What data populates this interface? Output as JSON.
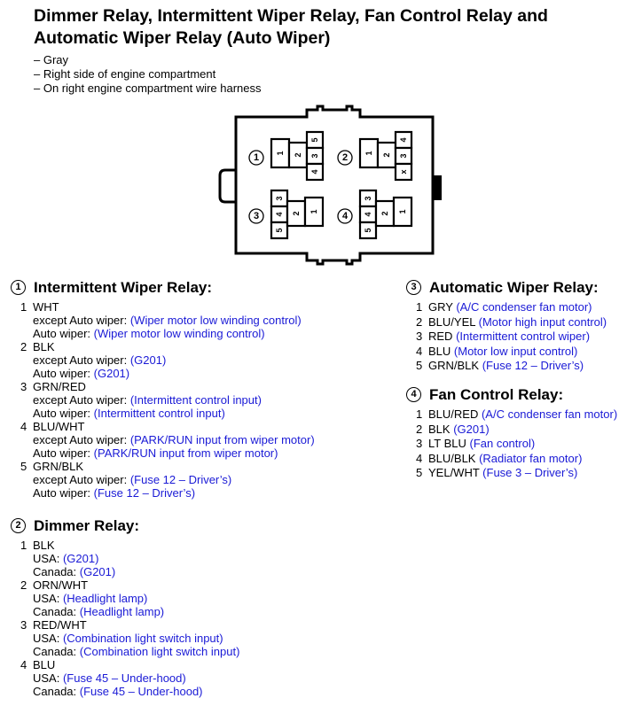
{
  "title": "Dimmer Relay, Intermittent Wiper Relay, Fan Control Relay and Automatic Wiper Relay (Auto Wiper)",
  "bullets": [
    "– Gray",
    "– Right side of engine compartment",
    "– On right engine compartment wire harness"
  ],
  "diagram": {
    "relays": [
      {
        "num": "1",
        "pins": [
          "1",
          "2",
          "3",
          "4",
          "5"
        ]
      },
      {
        "num": "2",
        "pins": [
          "1",
          "2",
          "3",
          "x",
          "4"
        ]
      },
      {
        "num": "3",
        "pins": [
          "1",
          "2",
          "3",
          "4",
          "5"
        ]
      },
      {
        "num": "4",
        "pins": [
          "1",
          "2",
          "3",
          "4",
          "5"
        ]
      }
    ]
  },
  "sections": {
    "intermittent": {
      "num": "1",
      "title": "Intermittent Wiper Relay:",
      "pins": [
        {
          "num": "1",
          "color": "WHT",
          "lines": [
            {
              "label": "except Auto wiper: ",
              "value": "(Wiper motor low winding control)"
            },
            {
              "label": "Auto wiper: ",
              "value": "(Wiper motor low winding control)"
            }
          ]
        },
        {
          "num": "2",
          "color": "BLK",
          "lines": [
            {
              "label": "except Auto wiper: ",
              "value": "(G201)"
            },
            {
              "label": "Auto wiper: ",
              "value": "(G201)"
            }
          ]
        },
        {
          "num": "3",
          "color": "GRN/RED",
          "lines": [
            {
              "label": "except Auto wiper: ",
              "value": "(Intermittent control input)"
            },
            {
              "label": "Auto wiper: ",
              "value": "(Intermittent control input)"
            }
          ]
        },
        {
          "num": "4",
          "color": "BLU/WHT",
          "lines": [
            {
              "label": "except Auto wiper: ",
              "value": "(PARK/RUN input from wiper motor)"
            },
            {
              "label": "Auto wiper: ",
              "value": "(PARK/RUN input from wiper motor)"
            }
          ]
        },
        {
          "num": "5",
          "color": "GRN/BLK",
          "lines": [
            {
              "label": "except Auto wiper: ",
              "value": "(Fuse 12 – Driver’s)"
            },
            {
              "label": "Auto wiper: ",
              "value": "(Fuse 12 – Driver’s)"
            }
          ]
        }
      ]
    },
    "dimmer": {
      "num": "2",
      "title": "Dimmer Relay:",
      "pins": [
        {
          "num": "1",
          "color": "BLK",
          "lines": [
            {
              "label": "USA: ",
              "value": "(G201)"
            },
            {
              "label": "Canada: ",
              "value": "(G201)"
            }
          ]
        },
        {
          "num": "2",
          "color": "ORN/WHT",
          "lines": [
            {
              "label": "USA: ",
              "value": "(Headlight lamp)"
            },
            {
              "label": "Canada: ",
              "value": "(Headlight lamp)"
            }
          ]
        },
        {
          "num": "3",
          "color": "RED/WHT",
          "lines": [
            {
              "label": "USA: ",
              "value": "(Combination light switch input)"
            },
            {
              "label": "Canada: ",
              "value": "(Combination light switch input)"
            }
          ]
        },
        {
          "num": "4",
          "color": "BLU",
          "lines": [
            {
              "label": "USA: ",
              "value": "(Fuse 45 – Under-hood)"
            },
            {
              "label": "Canada: ",
              "value": "(Fuse 45 – Under-hood)"
            }
          ]
        }
      ]
    },
    "automatic": {
      "num": "3",
      "title": "Automatic Wiper Relay:",
      "pins": [
        {
          "num": "1",
          "color": "GRY ",
          "value": "(A/C condenser fan motor)"
        },
        {
          "num": "2",
          "color": "BLU/YEL ",
          "value": "(Motor high input control)"
        },
        {
          "num": "3",
          "color": "RED ",
          "value": "(Intermittent control wiper)"
        },
        {
          "num": "4",
          "color": "BLU ",
          "value": "(Motor low input control)"
        },
        {
          "num": "5",
          "color": "GRN/BLK ",
          "value": "(Fuse 12 – Driver’s)"
        }
      ]
    },
    "fan": {
      "num": "4",
      "title": "Fan Control Relay:",
      "pins": [
        {
          "num": "1",
          "color": "BLU/RED ",
          "value": "(A/C condenser fan motor)"
        },
        {
          "num": "2",
          "color": "BLK ",
          "value": "(G201)"
        },
        {
          "num": "3",
          "color": "LT BLU ",
          "value": "(Fan control)"
        },
        {
          "num": "4",
          "color": "BLU/BLK ",
          "value": "(Radiator fan motor)"
        },
        {
          "num": "5",
          "color": "YEL/WHT ",
          "value": "(Fuse 3 – Driver’s)"
        }
      ]
    }
  },
  "colors": {
    "value_text": "#1a1ad6"
  }
}
